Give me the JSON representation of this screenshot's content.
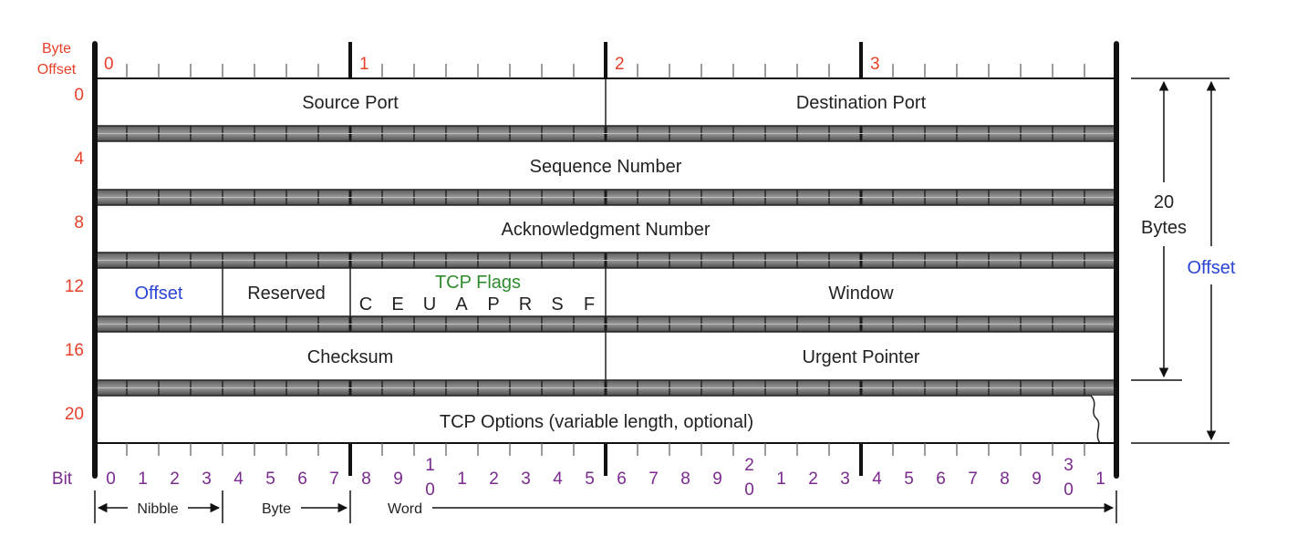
{
  "header": {
    "byte_label_1": "Byte",
    "byte_label_2": "Offset",
    "byte_numbers": [
      "0",
      "1",
      "2",
      "3"
    ]
  },
  "row_offsets": [
    "0",
    "4",
    "8",
    "12",
    "16",
    "20"
  ],
  "fields": {
    "source_port": "Source Port",
    "destination_port": "Destination Port",
    "sequence_number": "Sequence Number",
    "ack_number": "Acknowledgment Number",
    "offset": "Offset",
    "reserved": "Reserved",
    "tcp_flags_title": "TCP Flags",
    "flags": [
      "C",
      "E",
      "U",
      "A",
      "P",
      "R",
      "S",
      "F"
    ],
    "window": "Window",
    "checksum": "Checksum",
    "urgent_pointer": "Urgent Pointer",
    "tcp_options": "TCP Options (variable length, optional)"
  },
  "right": {
    "twenty": "20",
    "bytes": "Bytes",
    "offset": "Offset"
  },
  "bits": {
    "label": "Bit",
    "numbers": [
      "0",
      "1",
      "2",
      "3",
      "4",
      "5",
      "6",
      "7",
      "8",
      "9",
      "10",
      "1",
      "2",
      "3",
      "4",
      "5",
      "6",
      "7",
      "8",
      "9",
      "20",
      "1",
      "2",
      "3",
      "4",
      "5",
      "6",
      "7",
      "8",
      "9",
      "30",
      "1"
    ]
  },
  "legend": {
    "nibble": "Nibble",
    "byte": "Byte",
    "word": "Word"
  },
  "colors": {
    "offset_red": "#e8402a",
    "blue": "#2a45d6",
    "green": "#2e8b2e",
    "purple": "#7a2a8e"
  }
}
